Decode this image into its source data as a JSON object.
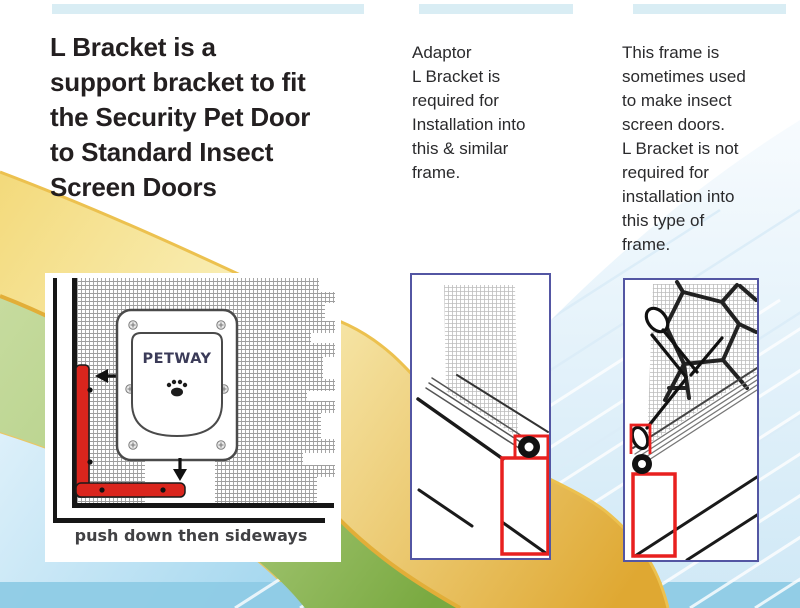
{
  "columns": {
    "left": {
      "heading": "L Bracket is a\nsupport bracket to fit\nthe Security Pet Door\nto Standard Insect\nScreen Doors"
    },
    "middle": {
      "body": "Adaptor\nL Bracket is\nrequired for\nInstallation into\nthis & similar\nframe."
    },
    "right": {
      "body": "This frame is\nsometimes used\nto make insect\nscreen doors.\nL Bracket is not\nrequired for\ninstallation into\nthis type of\nframe."
    }
  },
  "figures": {
    "pet_door": {
      "label": "PETWAY",
      "caption": "push down then sideways",
      "icons": [
        "left-arrow-icon",
        "down-arrow-icon",
        "paw-icon",
        "screw-icon",
        "l-bracket-red"
      ]
    },
    "adaptor_frame": {
      "icons": [
        "mesh-texture",
        "spline-circle-icon",
        "red-highlight-box"
      ]
    },
    "no_adaptor_frame": {
      "icons": [
        "mesh-texture",
        "hex-pattern",
        "spline-circle-icon",
        "red-highlight-box"
      ]
    }
  },
  "colors": {
    "text": "#231F20",
    "accent_red": "#DA251D",
    "figure_border": "#5356A3",
    "top_rule": "#D9EDF4",
    "pale_yellow": "#FAF0BB",
    "gold": "#E2AE38",
    "green": "#8FBC52",
    "light_blue": "#A6D8EF",
    "pale_blue_panel": "#E9F4FB",
    "deep_band_blue": "#8ECBE5"
  }
}
